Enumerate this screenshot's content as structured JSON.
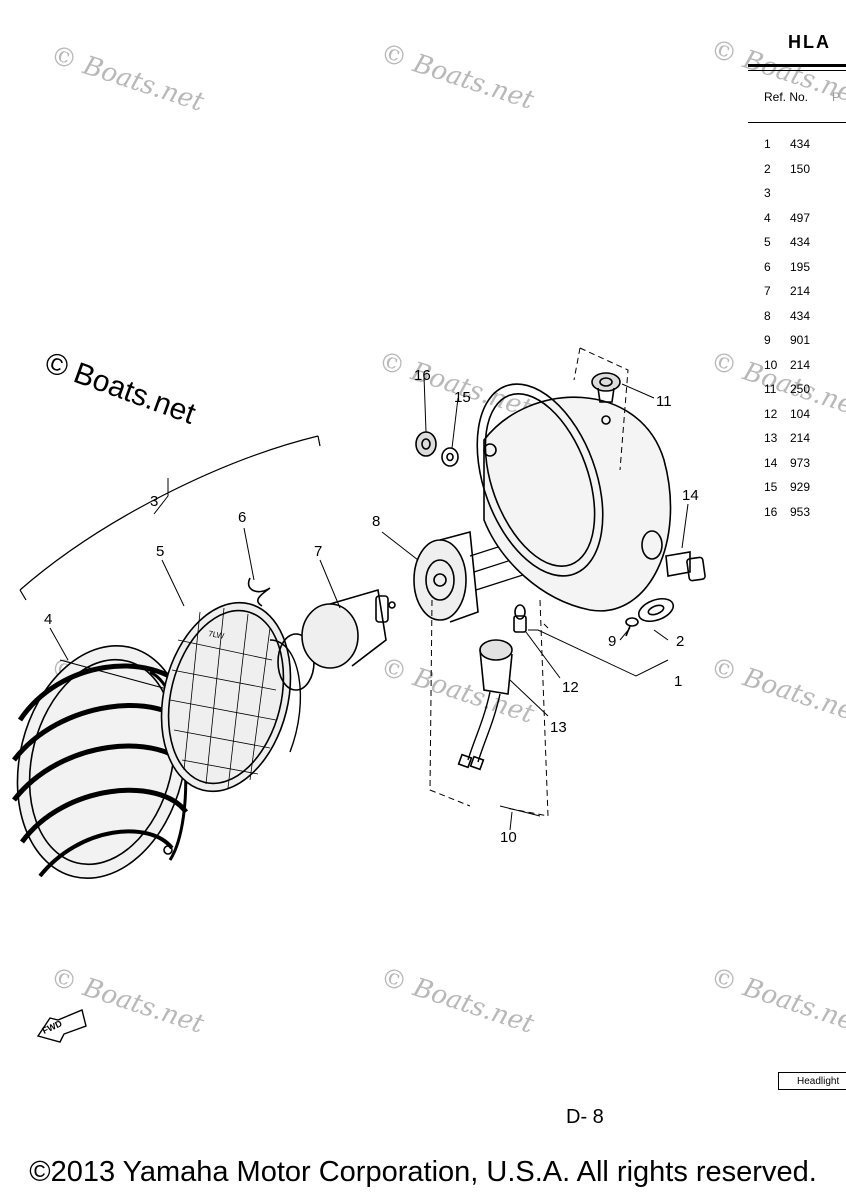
{
  "header": {
    "title": "HLA",
    "col_ref": "Ref. No.",
    "col_part": "P"
  },
  "parts": [
    {
      "ref": "1",
      "part": "434"
    },
    {
      "ref": "2",
      "part": "150"
    },
    {
      "ref": "3",
      "part": ""
    },
    {
      "ref": "4",
      "part": "497"
    },
    {
      "ref": "5",
      "part": "434"
    },
    {
      "ref": "6",
      "part": "195"
    },
    {
      "ref": "7",
      "part": "214"
    },
    {
      "ref": "8",
      "part": "434"
    },
    {
      "ref": "9",
      "part": "901"
    },
    {
      "ref": "10",
      "part": "214"
    },
    {
      "ref": "11",
      "part": "250"
    },
    {
      "ref": "12",
      "part": "104"
    },
    {
      "ref": "13",
      "part": "214"
    },
    {
      "ref": "14",
      "part": "973"
    },
    {
      "ref": "15",
      "part": "929"
    },
    {
      "ref": "16",
      "part": "953"
    }
  ],
  "callouts": [
    "1",
    "2",
    "3",
    "4",
    "5",
    "6",
    "7",
    "8",
    "9",
    "10",
    "11",
    "12",
    "13",
    "14",
    "15",
    "16"
  ],
  "fwd_label": "FWD",
  "rim_mark": "7LW",
  "caption": "Headlight",
  "page_number": "D- 8",
  "watermark": "© Boats.net",
  "copyright": "©2013 Yamaha Motor Corporation, U.S.A. All rights reserved."
}
